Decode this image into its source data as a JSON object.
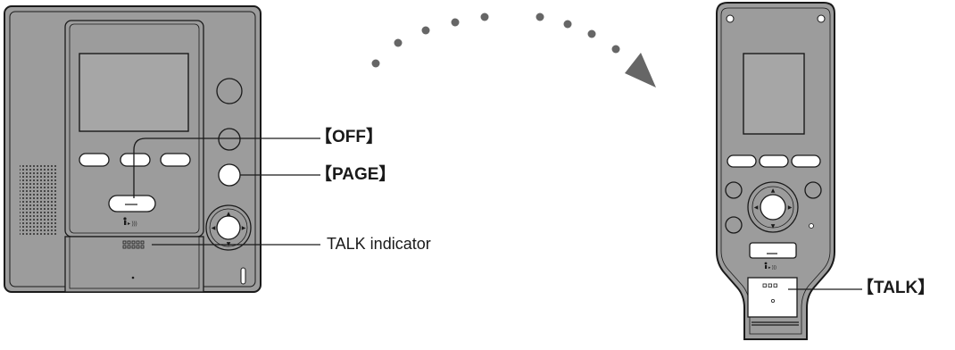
{
  "labels": {
    "off": "【OFF】",
    "page": "【PAGE】",
    "talk_indicator": "TALK indicator",
    "talk": "【TALK】"
  },
  "colors": {
    "body_fill": "#9c9c9c",
    "body_stroke": "#1a1a1a",
    "screen_fill": "#a6a6a6",
    "button_fill": "#ffffff",
    "dot_fill": "#666666",
    "leader_line": "#1a1a1a"
  },
  "icons": [
    "speaker-grille",
    "navigation-pad",
    "wireless-signal-icon",
    "transfer-arrow-icon"
  ]
}
